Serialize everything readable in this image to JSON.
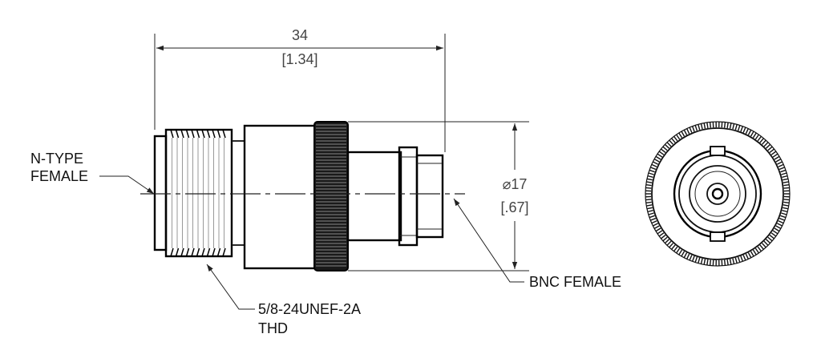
{
  "dimensions": {
    "length_mm": "34",
    "length_in": "[1.34]",
    "diameter_mm": "⌀17",
    "diameter_in": "[.67]"
  },
  "callouts": {
    "n_type_line1": "N-TYPE",
    "n_type_line2": "FEMALE",
    "thread_line1": "5/8-24UNEF-2A",
    "thread_line2": "THD",
    "bnc": "BNC FEMALE"
  }
}
